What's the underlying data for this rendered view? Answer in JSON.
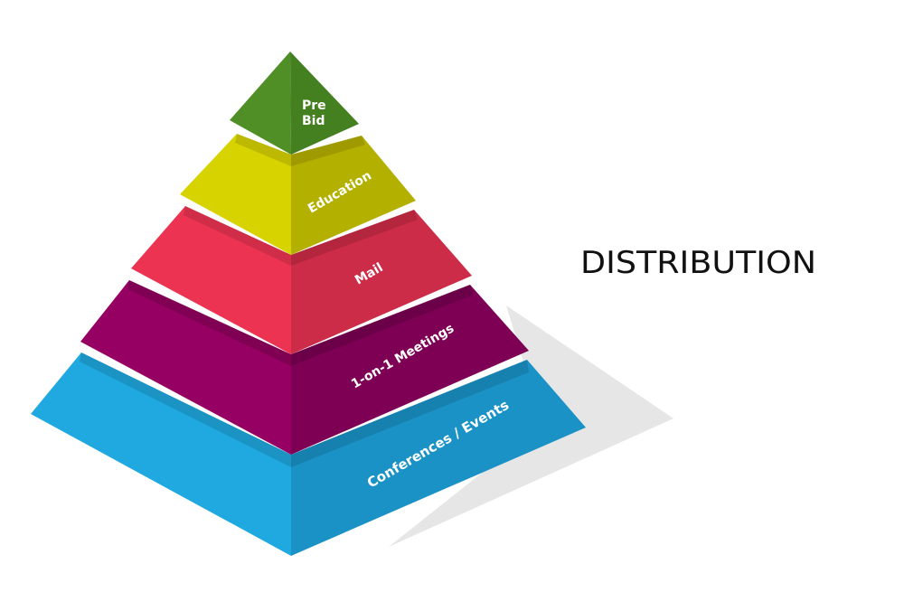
{
  "title": "DISTRIBUTION",
  "tiers": [
    {
      "label_lines": [
        "Pre",
        "Bid"
      ],
      "color_left": "#4f8f26",
      "color_right": "#44801f"
    },
    {
      "label": "Education",
      "color_left": "#d6d300",
      "color_right": "#b4b000"
    },
    {
      "label": "Mail",
      "color_left": "#ec3452",
      "color_right": "#cc2c47"
    },
    {
      "label": "1-on-1 Meetings",
      "color_left": "#960062",
      "color_right": "#7d0055"
    },
    {
      "label": "Conferences / Events",
      "color_left": "#1fa9e0",
      "color_right": "#1a92c6"
    }
  ],
  "shadow_color": "#e6e6e6"
}
